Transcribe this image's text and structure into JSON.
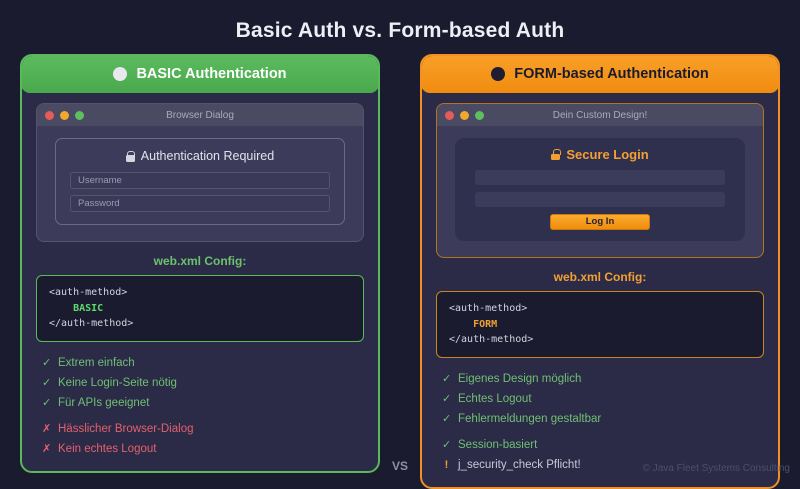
{
  "page": {
    "title": "Basic Auth vs. Form-based Auth",
    "vs_label": "VS",
    "footer": "© Java Fleet Systems Consulting",
    "colors": {
      "background": "#1b1b2f",
      "panel_bg": "#2b2b47",
      "basic_accent": "#5cb85c",
      "form_accent": "#f29024",
      "pro_text": "#6fbf73",
      "con_text": "#e4606d",
      "warn_text": "#f2a033"
    }
  },
  "left_panel": {
    "header": {
      "icon": "circle-light-icon",
      "label": "BASIC Authentication"
    },
    "mockup": {
      "titlebar": "Browser Dialog",
      "traffic_lights": [
        "close-dot-red",
        "minimize-dot-yellow",
        "maximize-dot-green"
      ],
      "dialog_icon": "lock-icon",
      "dialog_title": "Authentication Required",
      "fields": [
        {
          "placeholder": "Username"
        },
        {
          "placeholder": "Password"
        }
      ]
    },
    "config": {
      "label": "web.xml Config:",
      "line1": "<auth-method>",
      "value": "BASIC",
      "line3": "</auth-method>"
    },
    "bullets": [
      {
        "mark": "✓",
        "kind": "pro",
        "text": "Extrem einfach"
      },
      {
        "mark": "✓",
        "kind": "pro",
        "text": "Keine Login-Seite nötig"
      },
      {
        "mark": "✓",
        "kind": "pro",
        "text": "Für APIs geeignet"
      },
      {
        "mark": "✗",
        "kind": "con",
        "text": "Hässlicher Browser-Dialog",
        "gap": true
      },
      {
        "mark": "✗",
        "kind": "con",
        "text": "Kein echtes Logout"
      }
    ]
  },
  "right_panel": {
    "header": {
      "icon": "circle-dark-icon",
      "label": "FORM-based Authentication"
    },
    "mockup": {
      "titlebar": "Dein Custom Design!",
      "traffic_lights": [
        "close-dot-red",
        "minimize-dot-yellow",
        "maximize-dot-green"
      ],
      "login_icon": "lock-icon",
      "login_title": "Secure Login",
      "fields": [
        {
          "placeholder": ""
        },
        {
          "placeholder": ""
        }
      ],
      "submit_label": "Log In"
    },
    "config": {
      "label": "web.xml Config:",
      "line1": "<auth-method>",
      "value": "FORM",
      "line3": "</auth-method>"
    },
    "bullets": [
      {
        "mark": "✓",
        "kind": "pro",
        "text": "Eigenes Design möglich"
      },
      {
        "mark": "✓",
        "kind": "pro",
        "text": "Echtes Logout"
      },
      {
        "mark": "✓",
        "kind": "pro",
        "text": "Fehlermeldungen gestaltbar"
      },
      {
        "mark": "✓",
        "kind": "pro",
        "text": "Session-basiert",
        "gap": true
      },
      {
        "mark": "!",
        "kind": "warn",
        "text": "j_security_check Pflicht!"
      }
    ]
  }
}
